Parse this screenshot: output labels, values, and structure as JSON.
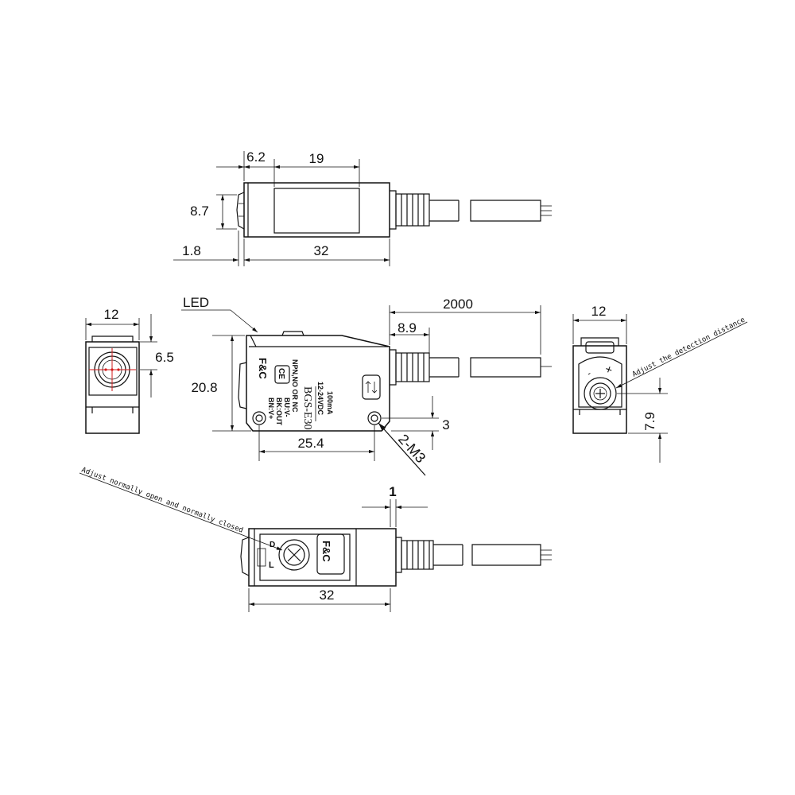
{
  "dimensions": {
    "top_front_offset": "6.2",
    "top_window_width": "19",
    "top_height": "8.7",
    "top_lens_offset": "1.8",
    "top_length": "32",
    "front_width": "12",
    "front_lens_height": "6.5",
    "side_height": "20.8",
    "side_hole_spacing": "25.4",
    "side_hole_offset": "3",
    "side_cable_offset": "8.9",
    "cable_length": "2000",
    "mount_holes": "2-M3",
    "rear_width": "12",
    "rear_knob_height": "7.9",
    "bottom_offset": "1",
    "bottom_length": "32"
  },
  "labels": {
    "led": "LED",
    "adjust_distance": "Adjust the detection distance",
    "adjust_mode": "Adjust normally open and normally closed"
  },
  "product_label": {
    "brand": "F&C",
    "ce_mark": "CE",
    "wire_brown": "BN:V+",
    "wire_black": "BK:OUT",
    "wire_blue": "BU:V-",
    "output": "NPN,NO OR NC",
    "model": "BGS-E30",
    "voltage": "12-24VDC",
    "current": "100mA"
  },
  "knob_marks": {
    "minus": "-",
    "plus": "+",
    "light_on": "L",
    "dark_on": "D"
  }
}
